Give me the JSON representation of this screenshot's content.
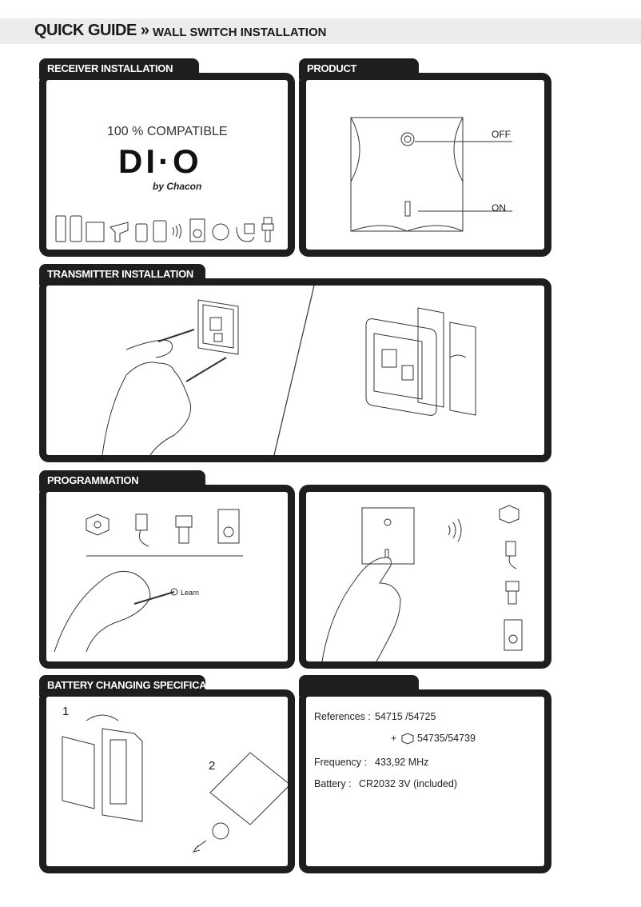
{
  "header": {
    "title": "QUICK GUIDE »",
    "subtitle": "WALL SWITCH INSTALLATION"
  },
  "sections": {
    "receiver": {
      "title": "RECEIVER INSTALLATION",
      "compatible": "100 % COMPATIBLE",
      "logo": "DI·O",
      "byline": "by Chacon"
    },
    "product": {
      "title": "PRODUCT",
      "off_label": "OFF",
      "on_label": "ON"
    },
    "transmitter": {
      "title": "TRANSMITTER INSTALLATION"
    },
    "programmation": {
      "title": "PROGRAMMATION",
      "learn_label": "Learn"
    },
    "battery": {
      "title": "BATTERY CHANGING SPECIFICA",
      "step1": "1",
      "step2": "2"
    },
    "specs": {
      "title": "",
      "references_label": "References :",
      "references_value": "54715 /54725",
      "plus": "+",
      "extra_refs": "54735/54739",
      "frequency_label": "Frequency :",
      "frequency_value": "433,92 MHz",
      "battery_label": "Battery :",
      "battery_value": "CR2032 3V (included)"
    }
  },
  "icons": [
    "remote-icon",
    "keypad-icon",
    "panel-icon",
    "motion-detector-icon",
    "switch-icon",
    "doorbell-icon",
    "radio-wave-icon",
    "socket-icon",
    "plug-in-receiver-icon",
    "hook-icon",
    "bulb-socket-icon"
  ]
}
